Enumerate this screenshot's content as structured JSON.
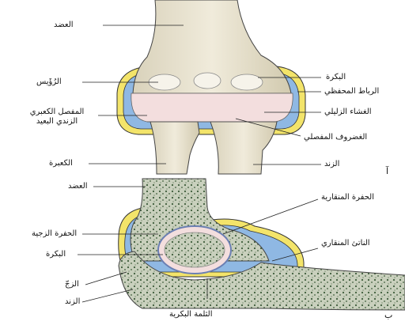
{
  "top_panel": {
    "id_label": "آ",
    "labels": {
      "humerus": "العضد",
      "capitulum": "الرُؤَيس",
      "radioulnar_joint_line1": "المفصل الكعبري",
      "radioulnar_joint_line2": "الزندي البعيد",
      "radius": "الكعبرة",
      "trochlea": "البكرة",
      "capsule_ligament": "الرباط المحفظي",
      "synovial_membrane": "الغشاء الزليلي",
      "articular_cartilage": "الغضروف المفصلي",
      "ulna": "الزند"
    }
  },
  "bottom_panel": {
    "id_label": "ب",
    "labels": {
      "humerus": "العضد",
      "olecranon_fossa": "الحفرة المنقارية",
      "coronoid_fossa": "الحفرة الزجية",
      "trochlea": "البكرة",
      "coronoid_process": "الناتئ المنقاري",
      "olecranon": "الزجّ",
      "ulna": "الزند",
      "trochlear_notch": "الثلمة البكرية"
    }
  },
  "colors": {
    "bone": "#e8e2cf",
    "bone_shade": "#d4ccb4",
    "capsule_yellow": "#f3e46a",
    "synovial_blue": "#8fb8e3",
    "cartilage_pink": "#f3dede",
    "spongy_bone": "#c9d0bd",
    "spongy_dots": "#3d5c3a"
  }
}
